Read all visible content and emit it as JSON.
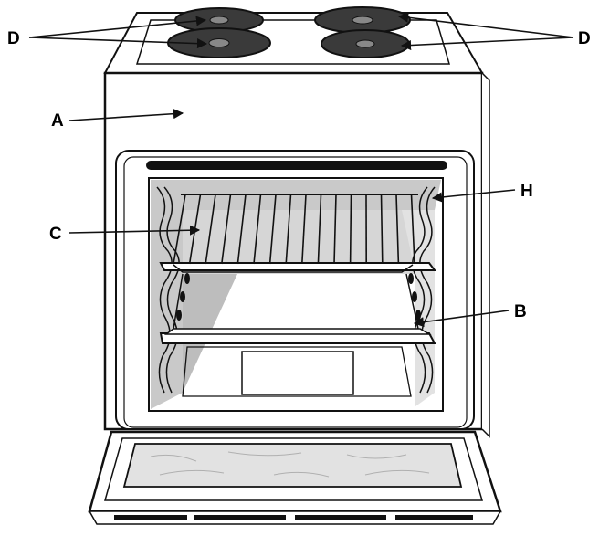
{
  "labels": {
    "a": "A",
    "b": "B",
    "c": "C",
    "d_left": "D",
    "d_right": "D",
    "h": "H"
  },
  "colors": {
    "stroke": "#111111",
    "fill": "#ffffff",
    "shade": "#c9c9c9",
    "light_shade": "#e2e2e2",
    "burner": "#3a3a3a",
    "dark_bar": "#111111"
  },
  "icons": {
    "burner": "hotplate-icon",
    "arrow": "pointer-arrow-icon"
  }
}
